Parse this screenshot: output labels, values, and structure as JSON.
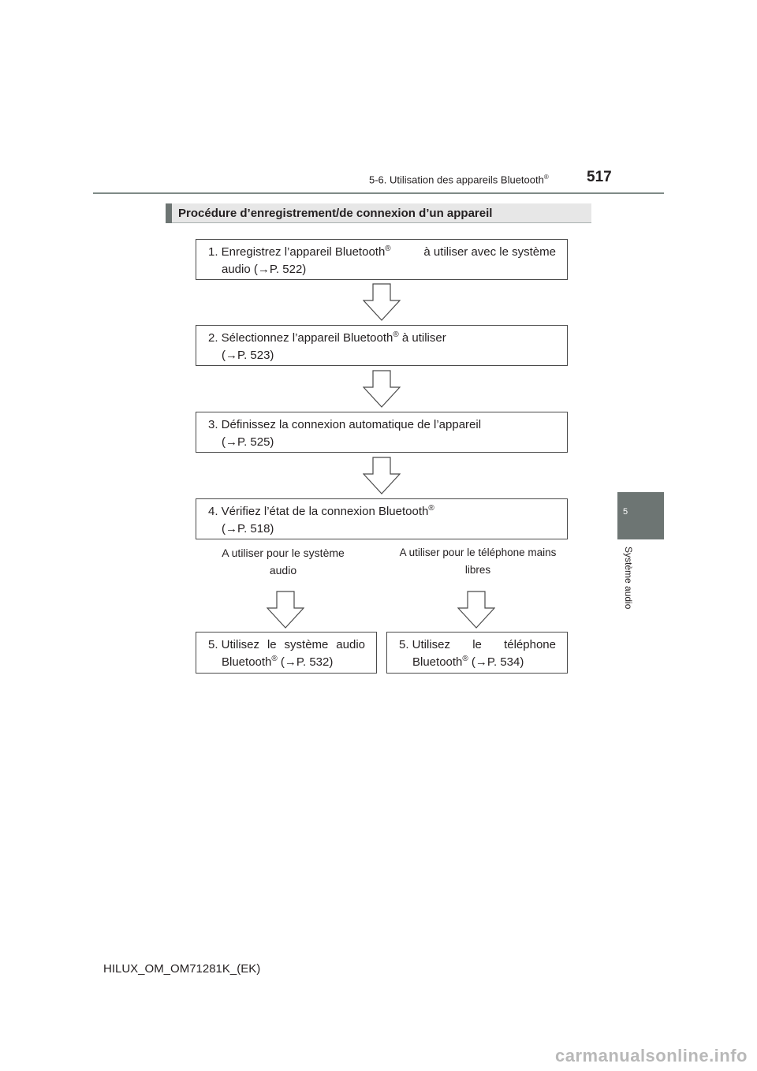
{
  "header": {
    "section": "5-6. Utilisation des appareils Bluetooth",
    "section_reg": "®",
    "page_number": "517"
  },
  "side_tab": {
    "number": "5",
    "label": "Système audio"
  },
  "title": "Procédure d’enregistrement/de connexion d’un appareil",
  "steps": [
    {
      "a": "1. Enregistrez l’appareil Bluetooth",
      "reg": "®",
      "b": " à utiliser avec le système",
      "line2": "audio (→P. 522)"
    },
    {
      "a": "2. Sélectionnez l’appareil Bluetooth",
      "reg": "®",
      "b": " à utiliser",
      "line2": "(→P. 523)"
    },
    {
      "a": "3. Définissez la connexion automatique de l’appareil",
      "line2": "(→P. 525)"
    },
    {
      "a": "4. Vérifiez l’état de la connexion Bluetooth",
      "reg": "®",
      "line2": "(→P. 518)"
    }
  ],
  "branches": {
    "left_label": [
      "A utiliser pour le système",
      "audio"
    ],
    "right_label": [
      "A utiliser pour le téléphone mains",
      "libres"
    ],
    "left_step": {
      "a1": "5. Utilisez",
      "a2": "le",
      "a3": "système",
      "a4": "audio",
      "line2a": "Bluetooth",
      "reg": "®",
      "line2b": " (→P. 532)"
    },
    "right_step": {
      "a1": "5. Utilisez",
      "a2": "le",
      "a3": "téléphone",
      "line2a": "Bluetooth",
      "reg": "®",
      "line2b": " (→P. 534)"
    }
  },
  "footer": "HILUX_OM_OM71281K_(EK)",
  "watermark": "carmanualsonline.info",
  "colors": {
    "rule": "#7f8a87",
    "tab": "#6d7573",
    "title_bg": "#e7e7e7"
  }
}
